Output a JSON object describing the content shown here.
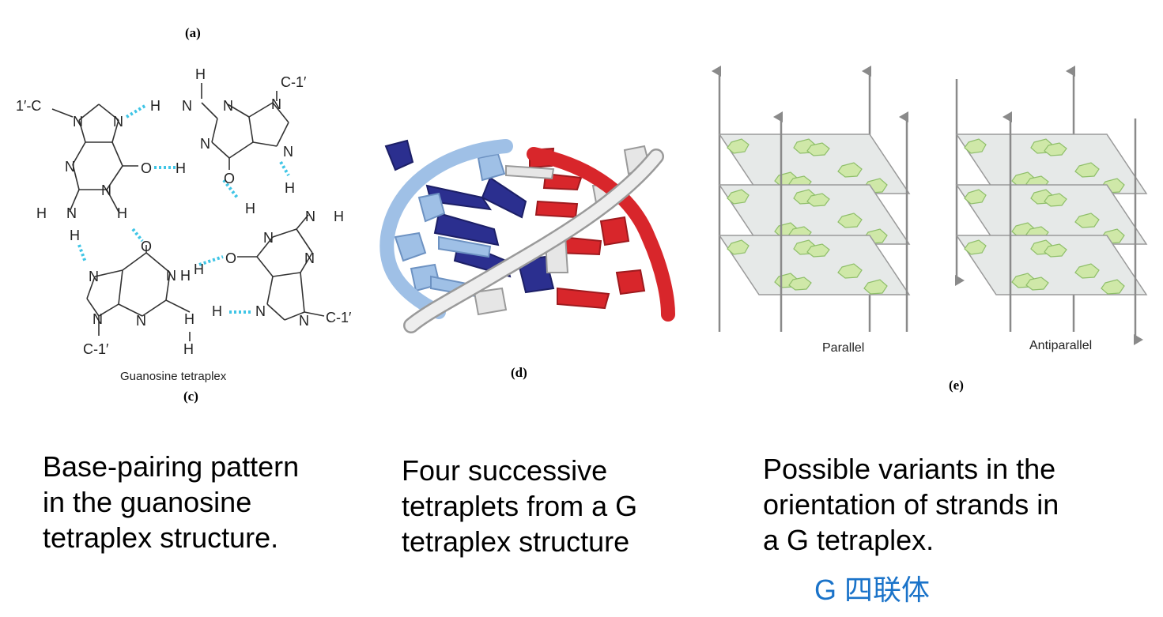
{
  "panel_a": {
    "label": "(a)",
    "figure_label": "(c)",
    "figure_title": "Guanosine tetraplex",
    "atoms": {
      "H": "H",
      "N": "N",
      "O": "O",
      "C1": "C-1′",
      "C1left": "1′-C"
    }
  },
  "panel_d": {
    "label": "(d)"
  },
  "panel_e": {
    "label": "(e)",
    "parallel_label": "Parallel",
    "antiparallel_label": "Antiparallel"
  },
  "captions": {
    "left": [
      "Base-pairing pattern",
      "in the guanosine",
      "tetraplex structure."
    ],
    "middle": [
      "Four successive",
      "tetraplets from a G",
      "tetraplex structure"
    ],
    "right": [
      "Possible variants in the",
      "orientation of strands in",
      "a G tetraplex."
    ],
    "chinese": "G 四联体"
  },
  "colors": {
    "hbond": "#3fc5e6",
    "dark_blue": "#2b2f8f",
    "light_blue": "#9fc0e6",
    "red": "#d8262b",
    "white_strand": "#e6e6e6",
    "plate": "#e6e9e8",
    "base": "#cfe8a8",
    "chinese_text": "#1a73c9"
  }
}
